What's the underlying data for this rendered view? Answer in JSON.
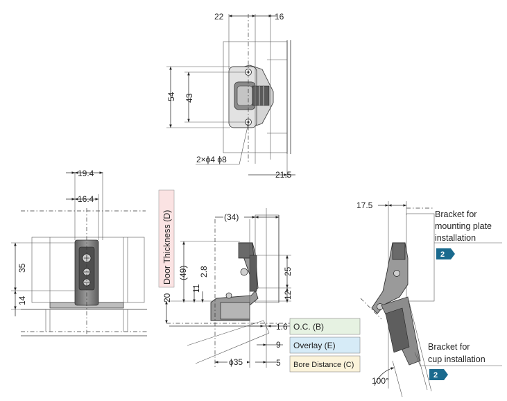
{
  "top_view": {
    "dims": {
      "d22": "22",
      "d16": "16",
      "d54": "54",
      "d43": "43",
      "holes": "2×ϕ4 ϕ8",
      "d21_5": "21.5"
    }
  },
  "front_view": {
    "dims": {
      "d19_4": "19.4",
      "d16_4": "16.4",
      "d35": "35",
      "d14": "14"
    }
  },
  "side_view": {
    "door_thickness_label": "Door Thickness (D)",
    "dims": {
      "d34": "(34)",
      "d49": "(49)",
      "d2_8": "2.8",
      "d11": "11",
      "d20": "20",
      "d25": "25",
      "d12": "12",
      "d1_6": "1.6",
      "d9": "9",
      "d35": "ϕ35",
      "d5": "5"
    },
    "legend": [
      {
        "label": "O.C. (B)",
        "color": "#e6f2e2"
      },
      {
        "label": "Overlay (E)",
        "color": "#d6ebf7"
      },
      {
        "label": "Bore Distance (C)",
        "color": "#fbf3da"
      }
    ]
  },
  "open_view": {
    "dims": {
      "d17_5": "17.5",
      "angle": "100°"
    },
    "callouts": [
      {
        "lines": [
          "Bracket for",
          "mounting plate",
          "installation"
        ],
        "badge": "2"
      },
      {
        "lines": [
          "Bracket for",
          "cup installation"
        ],
        "badge": "2"
      }
    ]
  },
  "colors": {
    "badge": "#1a6a8e",
    "door_box": "#fbe3e3",
    "part": "#6e6e6e",
    "part_light": "#a8a8a8"
  }
}
